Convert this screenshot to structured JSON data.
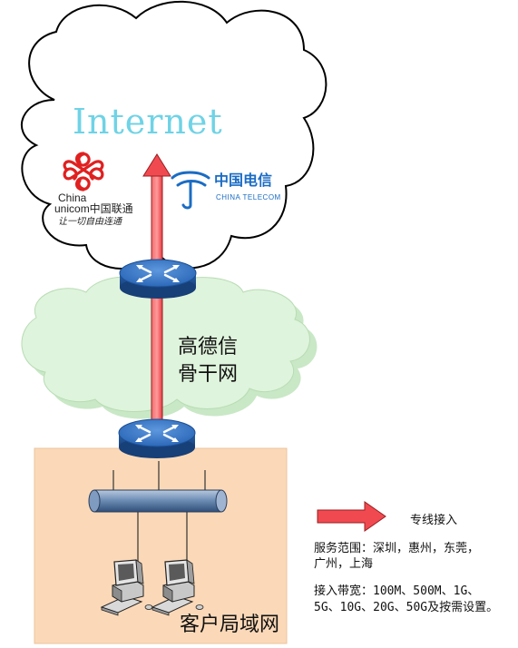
{
  "internet_label": "Internet",
  "backbone_label_line1": "高德信",
  "backbone_label_line2": "骨干网",
  "lan_label": "客户局域网",
  "unicom_logo": {
    "brand_en_1": "China",
    "brand_en_2": "unicom中国联通",
    "slogan": "让一切自由连通",
    "color": "#e02020"
  },
  "telecom_logo": {
    "brand_cn": "中国电信",
    "brand_en": "CHINA TELECOM",
    "color": "#1a6cc4"
  },
  "legend": {
    "arrow_label": "专线接入",
    "service_area_line1": "服务范围：深圳，惠州，东莞，",
    "service_area_line2": "广州，上海",
    "bandwidth_line1": "接入带宽：100M、500M、1G、",
    "bandwidth_line2": "5G、10G、20G、50G及按需设置。"
  },
  "colors": {
    "cloud_green": "#d8f2d6",
    "cloud_green_stroke": "#b7dcb3",
    "lan_area": "#fbd9b8",
    "router_top": "#2f73c6",
    "router_side": "#1c4f91",
    "arrow_red": "#f0484c",
    "internet_text": "#6fd3e6"
  },
  "icons": {
    "router": "router-icon",
    "switch": "switch-bus-icon",
    "workstation": "workstation-icon"
  }
}
